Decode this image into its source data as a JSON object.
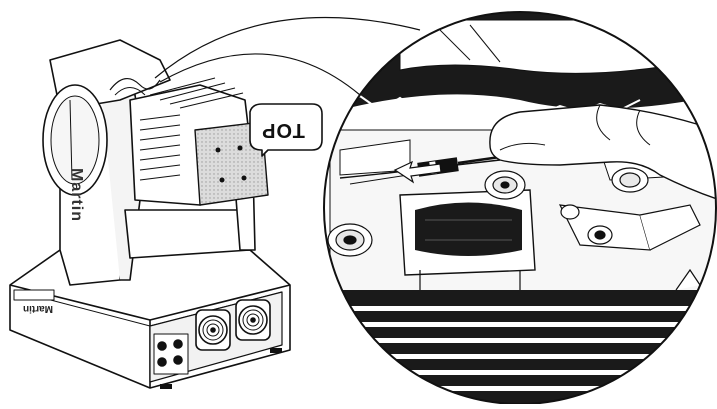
{
  "callout": {
    "top_label": "TOP"
  },
  "fixture": {
    "brand_side": "Martin",
    "brand_base": "Martin"
  },
  "colors": {
    "ink": "#111111",
    "panel": "#d8d8d8",
    "background": "#ffffff"
  },
  "icons": [
    "arrow-left-icon"
  ]
}
